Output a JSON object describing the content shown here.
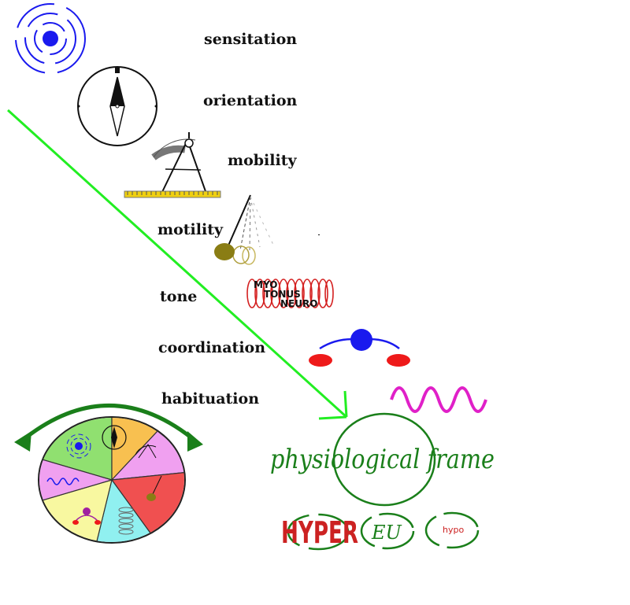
{
  "labels": {
    "sensitation": "sensitation",
    "orientation": "orientation",
    "mobility": "mobility",
    "motility": "motility",
    "tone": "tone",
    "coordination": "coordination",
    "habituation": "habituation"
  },
  "spring_text": {
    "line1": "MYO",
    "line2": "TONUS",
    "line3": "NEURO"
  },
  "frame": {
    "title": "physiological  frame",
    "hyper": "HYPER",
    "eu": "EU",
    "hypo": "hypo"
  },
  "colors": {
    "arrow": "#22ee22",
    "frame_green": "#1a7f1a",
    "hyper_red": "#cc2222",
    "spring_red": "#d42020",
    "wave_magenta": "#e020c8",
    "coord_blue": "#1a1aee",
    "pendulum_olive": "#8a7d14",
    "ruler_yellow": "#f0d010",
    "puzzle_green": "#90e070",
    "puzzle_orange": "#f8c050",
    "puzzle_pink": "#f0a0f0",
    "puzzle_red": "#f05050",
    "puzzle_cyan": "#90f0f0",
    "puzzle_yellow": "#f8f8a0"
  },
  "icons": [
    "concentric-circles-icon",
    "compass-icon",
    "protractor-icon",
    "pendulum-icon",
    "spring-icon",
    "balance-icon",
    "wave-icon",
    "puzzle-wheel-icon"
  ]
}
